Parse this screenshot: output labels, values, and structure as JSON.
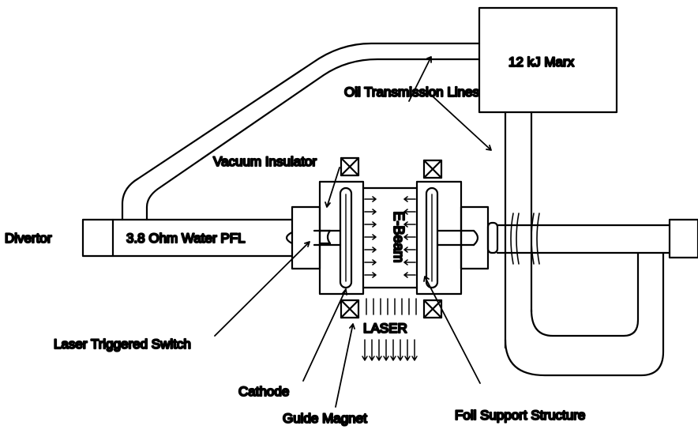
{
  "labels": {
    "marx": "12 kJ Marx",
    "oil_lines": "Oil Transmission Lines",
    "vacuum_insulator": "Vacuum Insulator",
    "divertor": "Divertor",
    "pfl": "3.8 Ohm Water PFL",
    "e_beam": "E-Beam",
    "laser": "LASER",
    "laser_switch": "Laser Triggered Switch",
    "cathode": "Cathode",
    "guide_magnet": "Guide Magnet",
    "foil_support": "Foil Support Structure"
  },
  "colors": {
    "ink": "#000000",
    "paper": "#ffffff"
  }
}
